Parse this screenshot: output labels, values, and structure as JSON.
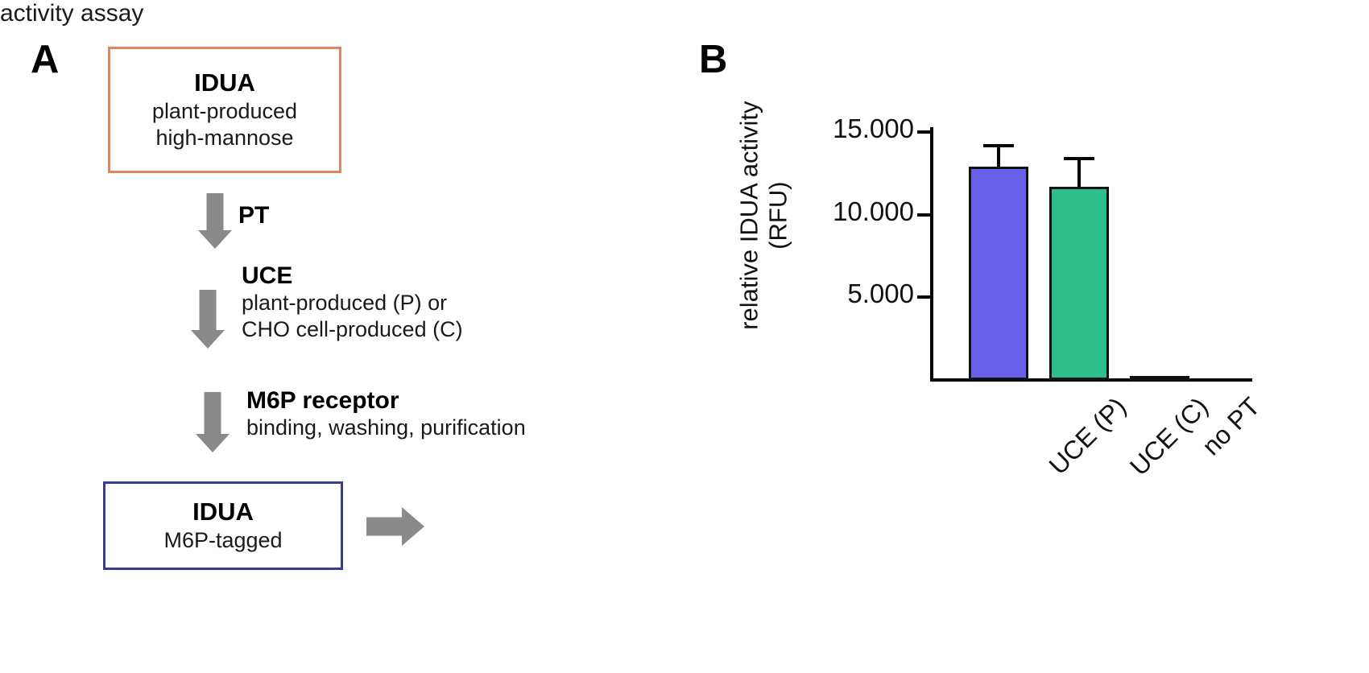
{
  "figure": {
    "panel_a_letter": "A",
    "panel_b_letter": "B"
  },
  "panel_a": {
    "top_box": {
      "title": "IDUA",
      "line1": "plant-produced",
      "line2": "high-mannose",
      "border_color": "#e08562"
    },
    "steps": [
      {
        "title": "PT",
        "sub1": "",
        "sub2": ""
      },
      {
        "title": "UCE",
        "sub1": "plant-produced (P) or",
        "sub2": "CHO cell-produced (C)"
      },
      {
        "title": "M6P receptor",
        "sub1": "binding, washing, purification",
        "sub2": ""
      }
    ],
    "bottom_box": {
      "title": "IDUA",
      "line1": "M6P-tagged",
      "border_color": "#3b3b91"
    },
    "output_label": "activity assay",
    "arrow_color": "#8a8a8a"
  },
  "chart_data": {
    "type": "bar",
    "title": "",
    "xlabel": "",
    "ylabel": "relative IDUA activity (RFU)",
    "ylabel_line1": "relative IDUA activity",
    "ylabel_line2": "(RFU)",
    "categories": [
      "UCE (P)",
      "UCE (C)",
      "no PT"
    ],
    "values": [
      12900,
      11700,
      150
    ],
    "errors": [
      1400,
      1800,
      60
    ],
    "bar_colors": [
      "#6a5fe8",
      "#2dbe8c",
      "#111111"
    ],
    "ylim": [
      0,
      15800
    ],
    "yticks": [
      5000,
      10000,
      15000
    ],
    "ytick_labels": [
      "5.000",
      "10.000",
      "15.000"
    ],
    "grid": false,
    "legend": "none",
    "error_bar_style": "upper-cap-only"
  }
}
